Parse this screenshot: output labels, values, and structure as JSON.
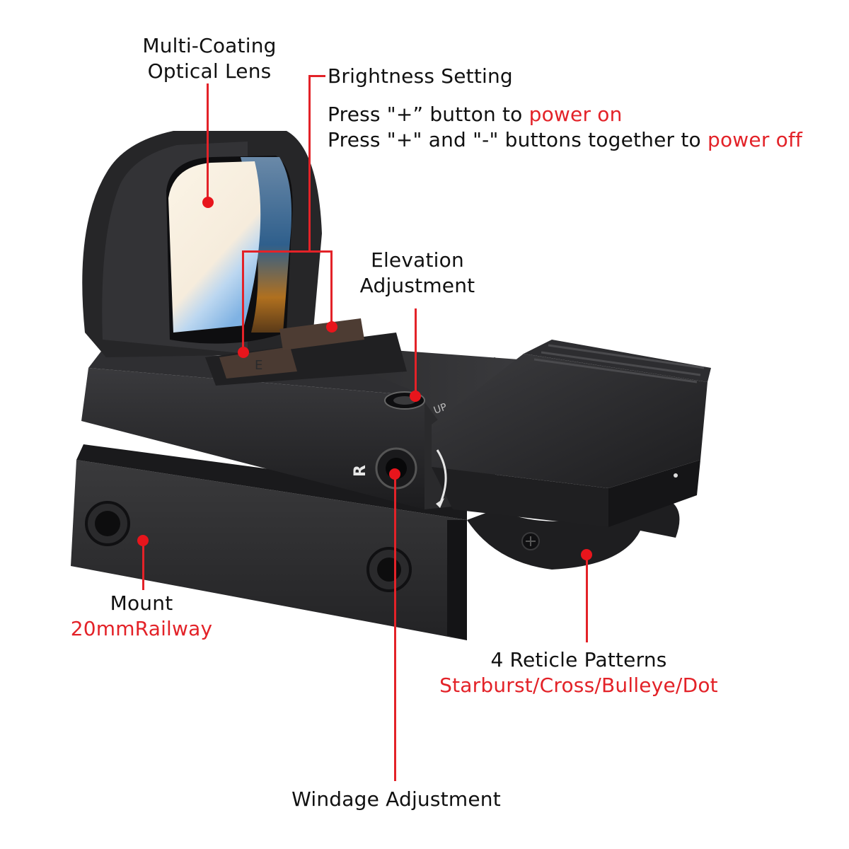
{
  "colors": {
    "accent_red": "#e32228",
    "text": "#111111",
    "background": "#ffffff",
    "product_body": "#2b2b2d"
  },
  "product": {
    "name": "red-dot-reflex-sight",
    "engraving_letter": "R",
    "engraving_direction": "UP"
  },
  "callouts": {
    "lens": {
      "line1": "Multi-Coating",
      "line2": "Optical Lens"
    },
    "brightness": {
      "title": "Brightness Setting",
      "line1_prefix": "Press \"+” button to ",
      "line1_highlight": "power on",
      "line2_prefix": "Press \"+\" and \"-\" buttons together to ",
      "line2_highlight": "power off"
    },
    "elevation": {
      "line1": "Elevation",
      "line2": "Adjustment"
    },
    "mount": {
      "line1": "Mount",
      "line2": "20mmRailway"
    },
    "reticle": {
      "line1": "4 Reticle Patterns",
      "line2": "Starburst/Cross/Bulleye/Dot"
    },
    "windage": {
      "line1": "Windage Adjustment"
    }
  }
}
